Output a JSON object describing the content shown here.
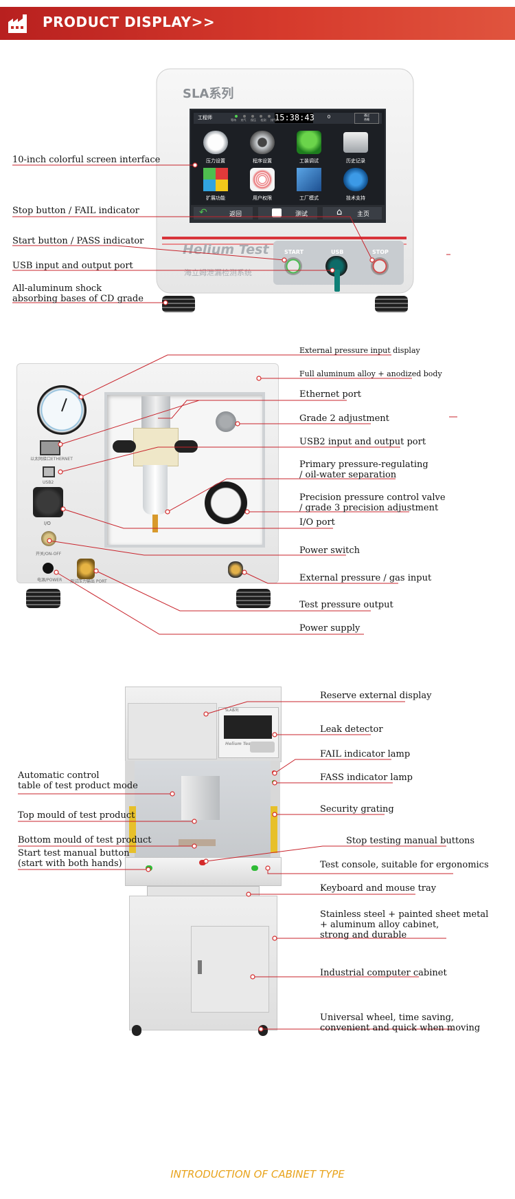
{
  "header": {
    "title": "PRODUCT DISPLAY>>"
  },
  "device1": {
    "model": "SLA系列",
    "screen": {
      "user": "工程师",
      "status": [
        "等待",
        "充气",
        "保压",
        "检测",
        "排气"
      ],
      "time": "15:38:43",
      "counter": "0",
      "pass_label": "通过\n合格",
      "icons": [
        "压力设置",
        "程序设置",
        "工装调试",
        "历史记录",
        "扩展功能",
        "用户权限",
        "工厂模式",
        "技术支持"
      ],
      "nav": [
        "返回",
        "测试",
        "主页"
      ]
    },
    "brand": "Helium Test",
    "brand_cn": "海立姆泄漏检测系统",
    "buttons": [
      "START",
      "USB",
      "STOP"
    ],
    "labels": [
      "10-inch colorful screen interface",
      "Stop button / FAIL indicator",
      "Start button / PASS indicator",
      "USB input and output port",
      "All-aluminum shock\nabsorbing bases of CD grade"
    ]
  },
  "device2": {
    "panel_text": [
      "以太网接口ETHERNET",
      "USB2",
      "I/O",
      "开关/ON-OFF",
      "电源/POWER",
      "测试压力输出 PORT"
    ],
    "labels": [
      "External pressure input display",
      "Full aluminum alloy + anodized body",
      "Ethernet port",
      "Grade 2 adjustment",
      "USB2 input and output port",
      "Primary pressure-regulating\n/ oil-water separation",
      "Precision pressure control valve\n/ grade 3 precision adjustment",
      "I/O port",
      "Power switch",
      "External pressure / gas input",
      "Test pressure output",
      "Power supply"
    ]
  },
  "device3": {
    "mini_model": "SLA系列",
    "mini_brand": "Helium Test",
    "labels_right": [
      "Reserve external display",
      "Leak detector",
      "FAIL indicator lamp",
      "FASS indicator lamp",
      "Security grating",
      "Stop testing manual buttons",
      "Test console, suitable for ergonomics",
      "Keyboard and mouse tray",
      "Stainless steel + painted sheet metal\n+ aluminum alloy cabinet,\nstrong and durable",
      "Industrial computer cabinet",
      "Universal wheel, time saving,\nconvenient and quick when moving"
    ],
    "labels_left": [
      "Automatic control\ntable of test product mode",
      "Top mould of test product",
      "Bottom mould of test product",
      "Start test manual button\n(start with both hands)"
    ]
  },
  "footer": {
    "text": "INTRODUCTION OF CABINET TYPE"
  },
  "colors": {
    "accent": "#c8232b",
    "header": "#c62b24",
    "footer_text": "#e8a31b"
  }
}
